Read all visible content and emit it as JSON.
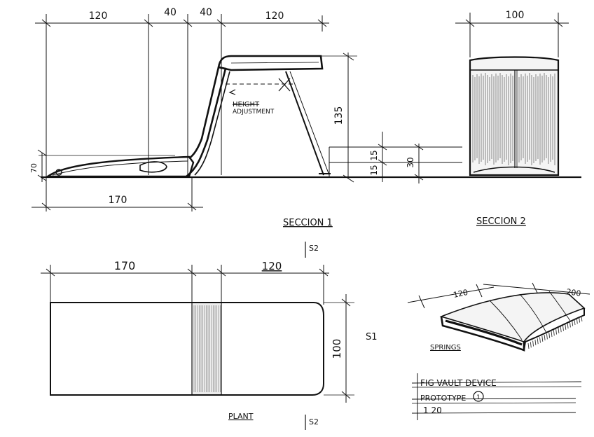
{
  "section1": {
    "dim_top": [
      "120",
      "40",
      "40",
      "120"
    ],
    "dim_height": "135",
    "dim_base_left": "70",
    "dim_base_length": "170",
    "dim_step_a": "15",
    "dim_step_b": "15",
    "dim_step_total": "30",
    "annotation_struck": "HEIGHT",
    "annotation": "ADJUSTMENT",
    "caption": "SECCION 1"
  },
  "section2": {
    "dim_width": "100",
    "caption": "SECCION 2"
  },
  "plan": {
    "dim_left": "170",
    "dim_right": "120",
    "dim_height": "100",
    "section_mark_top": "S2",
    "section_mark_bottom": "S2",
    "section_mark_side": "S1",
    "caption": "PLANT"
  },
  "perspective": {
    "dim_a": "120",
    "dim_b": "200",
    "caption": "SPRINGS"
  },
  "title_block": {
    "line1": "FIG VAULT DEVICE",
    "line2_label": "PROTOTYPE",
    "line2_number": "1",
    "line3": "1 20"
  },
  "colors": {
    "ink": "#111111",
    "paper": "#ffffff",
    "hatch": "#555555"
  }
}
